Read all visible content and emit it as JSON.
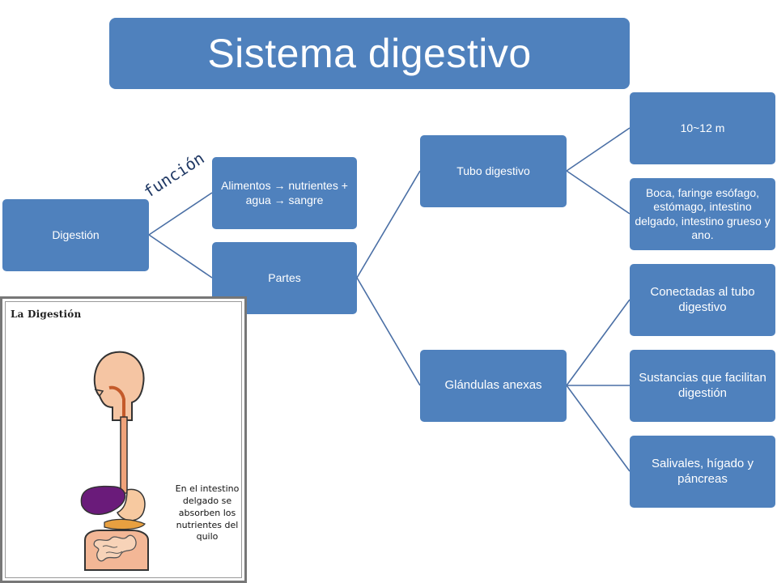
{
  "title": "Sistema digestivo",
  "edge_label": "función",
  "nodes": {
    "digestion": "Digestión",
    "alimentos": "Alimentos → nutrientes + agua → sangre",
    "partes": "Partes",
    "tubo": "Tubo digestivo",
    "glandulas": "Glándulas anexas",
    "longitud": "10~12 m",
    "organos": "Boca, faringe esófago, estómago, intestino delgado, intestino grueso y ano.",
    "conectadas": "Conectadas al tubo digestivo",
    "sustancias": "Sustancias que facilitan digestión",
    "salivales": "Salivales, hígado y páncreas"
  },
  "illustration": {
    "title": "La Digestión",
    "caption": "En el intestino delgado se absorben los nutrientes del quilo"
  },
  "colors": {
    "node_fill": "#4f81bd",
    "connector": "#4a6fa5",
    "text": "#ffffff"
  }
}
